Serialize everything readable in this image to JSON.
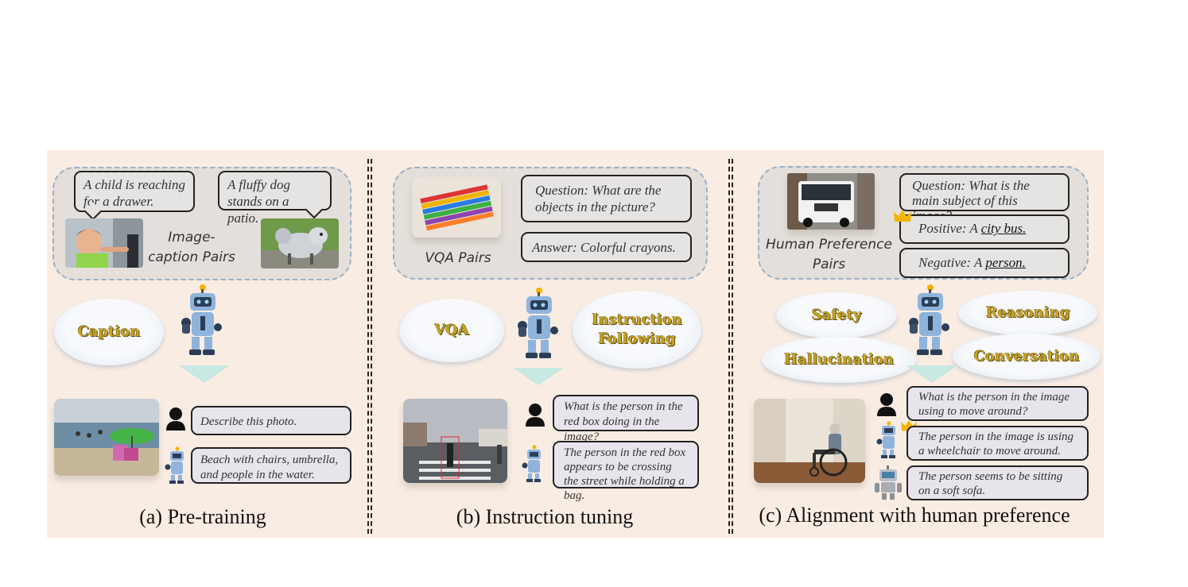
{
  "panels": {
    "a": {
      "caption": "(a) Pre-training",
      "bubble_child": "A child is reaching for a drawer.",
      "bubble_dog": "A fluffy dog stands on a patio.",
      "pair_label": "Image-caption Pairs",
      "tag": "Caption",
      "user_msg": "Describe this photo.",
      "bot_msg": "Beach with chairs, umbrella, and people in the water."
    },
    "b": {
      "caption": "(b) Instruction tuning",
      "question": "Question: What are the objects in the picture?",
      "answer": "Answer: Colorful crayons.",
      "pair_label": "VQA Pairs",
      "tags": [
        "VQA",
        "Instruction Following"
      ],
      "user_msg": "What is the person in the red box doing in the image?",
      "bot_msg": "The person in the red box appears to be crossing the street while holding a bag."
    },
    "c": {
      "caption": "(c) Alignment with human preference",
      "question": "Question: What is the main subject of this image?",
      "positive_prefix": "Positive: A ",
      "positive_word": "city bus.",
      "negative_prefix": "Negative: A ",
      "negative_word": "person.",
      "pair_label": "Human Preference Pairs",
      "tags": [
        "Safety",
        "Reasoning",
        "Hallucination",
        "Conversation"
      ],
      "user_msg": "What is the person in the image using to move around?",
      "good_msg": "The person in the image is using a wheelchair to move around.",
      "bad_msg": "The person seems to be sitting on a soft sofa."
    }
  },
  "colors": {
    "background": "#f9ece3",
    "tag_text": "#c9a321",
    "dashed_border": "#9ab0c8",
    "robot_blue": "#8fb4dc",
    "crown": "#f4b400"
  }
}
